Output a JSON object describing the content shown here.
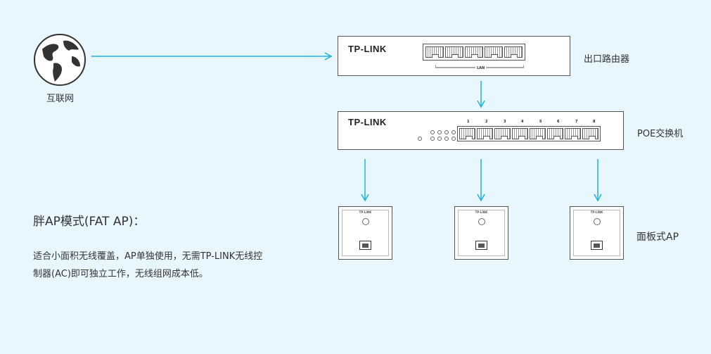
{
  "internet": {
    "label": "互联网",
    "icon": "globe-icon"
  },
  "router": {
    "brand": "TP-LINK",
    "lan_label": "LAN",
    "label": "出口路由器"
  },
  "poe_switch": {
    "brand": "TP-LINK",
    "port_numbers": [
      "1",
      "2",
      "3",
      "4",
      "5",
      "6",
      "7",
      "8"
    ],
    "label": "POE交换机"
  },
  "panel_ap": {
    "brand": "TP-LINK",
    "label": "面板式AP",
    "count": 3
  },
  "mode": {
    "title": "胖AP模式(FAT AP)：",
    "desc_line1": "适合小面积无线覆盖，AP单独使用，无需TP-LINK无线控",
    "desc_line2": "制器(AC)即可独立工作，无线组网成本低。"
  },
  "colors": {
    "arrow": "#1fb3dc",
    "background": "#e8f6fd",
    "device_border": "#555555"
  }
}
